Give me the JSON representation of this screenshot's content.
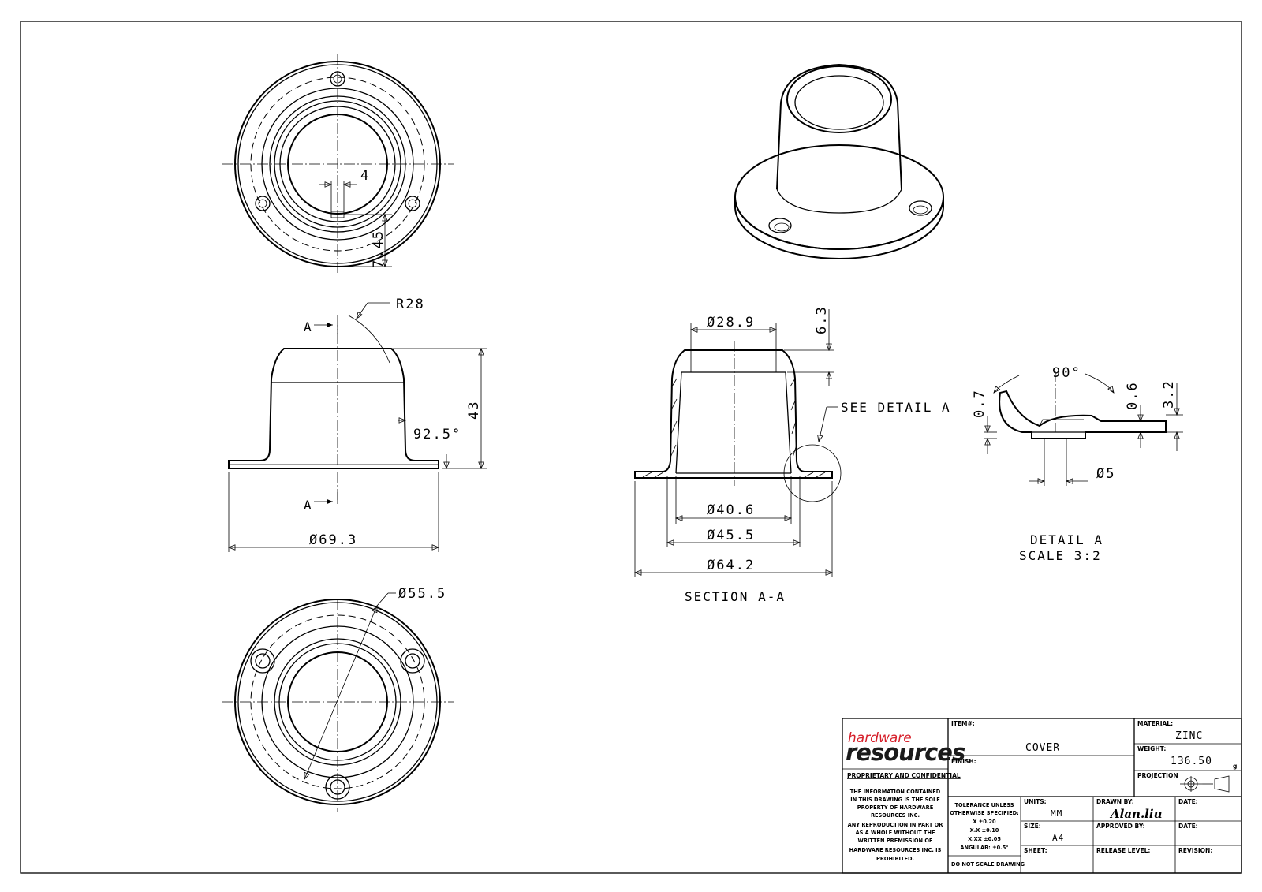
{
  "drawing": {
    "dims": {
      "top_small": "4",
      "top_offset": "7.45",
      "radius": "R28",
      "angle": "92.5°",
      "height": "43",
      "flange_dia": "Ø69.3",
      "bolt_circle": "Ø55.5",
      "sec_top_dia": "Ø28.9",
      "sec_top_depth": "6.3",
      "sec_inner_dia": "Ø40.6",
      "sec_mid_dia": "Ø45.5",
      "sec_outer_dia": "Ø64.2",
      "det_angle": "90°",
      "det_t1": "0.7",
      "det_t2": "0.6",
      "det_h": "3.2",
      "det_hole": "Ø5"
    },
    "labels": {
      "section_a_top": "A",
      "section_a_bottom": "A",
      "see_detail": "SEE DETAIL A",
      "section_title": "SECTION  A-A",
      "detail_title": "DETAIL A",
      "detail_scale": "SCALE 3:2"
    }
  },
  "title_block": {
    "logo_top": "hardware",
    "logo_bottom": "resources",
    "proprietary": "PROPRIETARY AND CONFIDENTIAL",
    "notice": [
      "THE INFORMATION CONTAINED",
      "IN THIS DRAWING IS THE SOLE",
      "PROPERTY OF HARDWARE",
      "RESOURCES INC.",
      "ANY REPRODUCTION IN PART OR",
      "AS A WHOLE WITHOUT THE",
      "WRITTEN PREMISSION OF",
      "HARDWARE RESOURCES INC. IS",
      "PROHIBITED."
    ],
    "item_label": "ITEM#:",
    "item_value": "COVER",
    "finish_label": "FINISH:",
    "material_label": "MATERIAL:",
    "material_value": "ZINC",
    "weight_label": "WEIGHT:",
    "weight_value": "136.50",
    "weight_unit": "g",
    "projection_label": "PROJECTION",
    "tolerance": [
      "TOLERANCE UNLESS",
      "OTHERWISE SPECIFIED:",
      "X    ±0.20",
      "X.X   ±0.10",
      "X.XX  ±0.05",
      "ANGULAR: ±0.5°"
    ],
    "no_scale": "DO NOT SCALE DRAWING",
    "units_label": "UNITS:",
    "units_value": "MM",
    "size_label": "SIZE:",
    "size_value": "A4",
    "sheet_label": "SHEET:",
    "drawn_label": "DRAWN BY:",
    "drawn_value": "Alan.liu",
    "approved_label": "APPROVED BY:",
    "release_label": "RELEASE LEVEL:",
    "date_label_1": "DATE:",
    "date_label_2": "DATE:",
    "revision_label": "REVISION:"
  }
}
